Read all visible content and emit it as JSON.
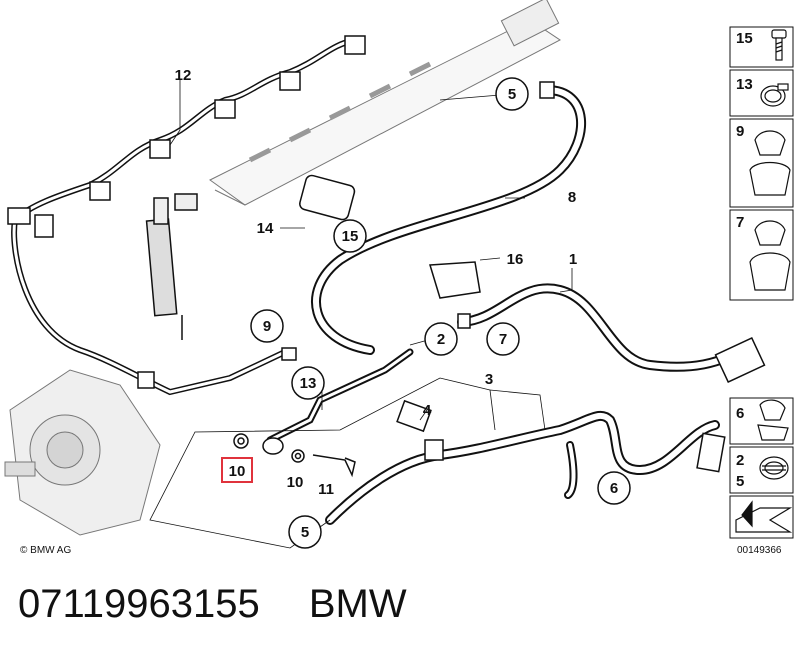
{
  "diagram": {
    "copyright": "© BMW AG",
    "drawing_number": "00149366",
    "callouts": {
      "c1": "1",
      "c2": "2",
      "c3": "3",
      "c4": "4",
      "c5a": "5",
      "c5b": "5",
      "c6": "6",
      "c7": "7",
      "c8": "8",
      "c9": "9",
      "c10a": "10",
      "c10b": "10",
      "c11": "11",
      "c12": "12",
      "c13": "13",
      "c14": "14",
      "c15": "15",
      "c16": "16"
    },
    "legend": [
      {
        "num": "15",
        "icon": "bolt-icon"
      },
      {
        "num": "13",
        "icon": "hose-clamp-icon"
      },
      {
        "num": "9",
        "icon": "bracket-clip-icon"
      },
      {
        "num": "7",
        "icon": "double-clip-icon"
      },
      {
        "num": "6",
        "icon": "clip-icon"
      },
      {
        "num": "2",
        "num2": "5",
        "icon": "clamp-icon"
      },
      {
        "icon": "arrow-icon"
      }
    ],
    "highlight_color": "#e0323c"
  },
  "footer": {
    "part_number": "07119963155",
    "brand": "BMW"
  }
}
